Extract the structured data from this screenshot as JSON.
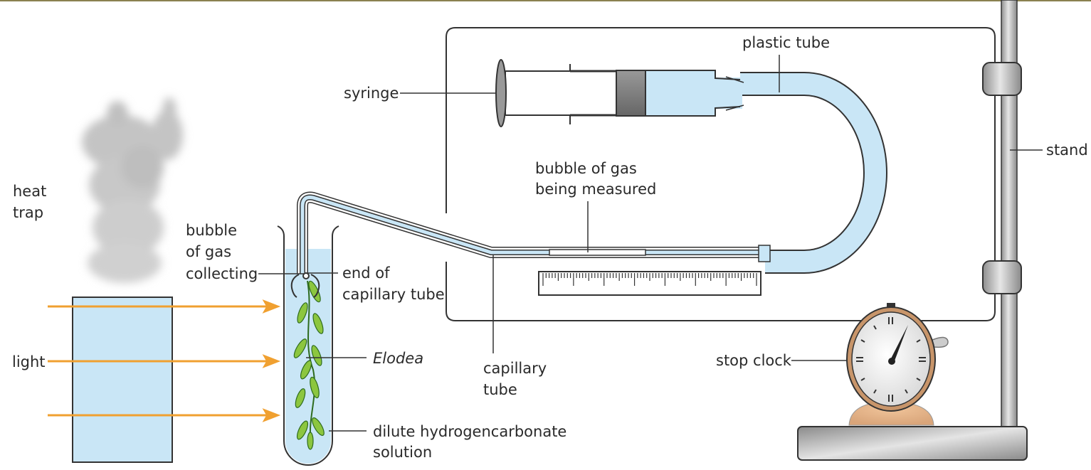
{
  "title": "Apparatus for measuring rate of photosynthesis in Elodea",
  "colors": {
    "water": "#c9e6f6",
    "light_ray": "#f0a030",
    "outline": "#333333",
    "leaf": "#8cc63f",
    "stand_metal": "#b8b8b8",
    "clock_rim": "#c8956a",
    "clock_base": "#e8b98c",
    "frame_accent": "#8a8150"
  },
  "labels": {
    "heat_trap": [
      "heat",
      "trap"
    ],
    "light": "light",
    "bubble_collecting": [
      "bubble",
      "of gas",
      "collecting"
    ],
    "end_capillary": [
      "end of",
      "capillary tube"
    ],
    "elodea": "Elodea",
    "hydrogencarbonate": [
      "dilute hydrogencarbonate",
      "solution"
    ],
    "capillary_tube": [
      "capillary",
      "tube"
    ],
    "syringe": "syringe",
    "plastic_tube": "plastic tube",
    "bubble_measured": [
      "bubble of gas",
      "being measured"
    ],
    "stand": "stand",
    "stop_clock": "stop clock"
  },
  "icons": {
    "smoke": "smoke-cloud-icon",
    "clock": "stop-clock-icon",
    "plant": "elodea-plant-icon"
  }
}
